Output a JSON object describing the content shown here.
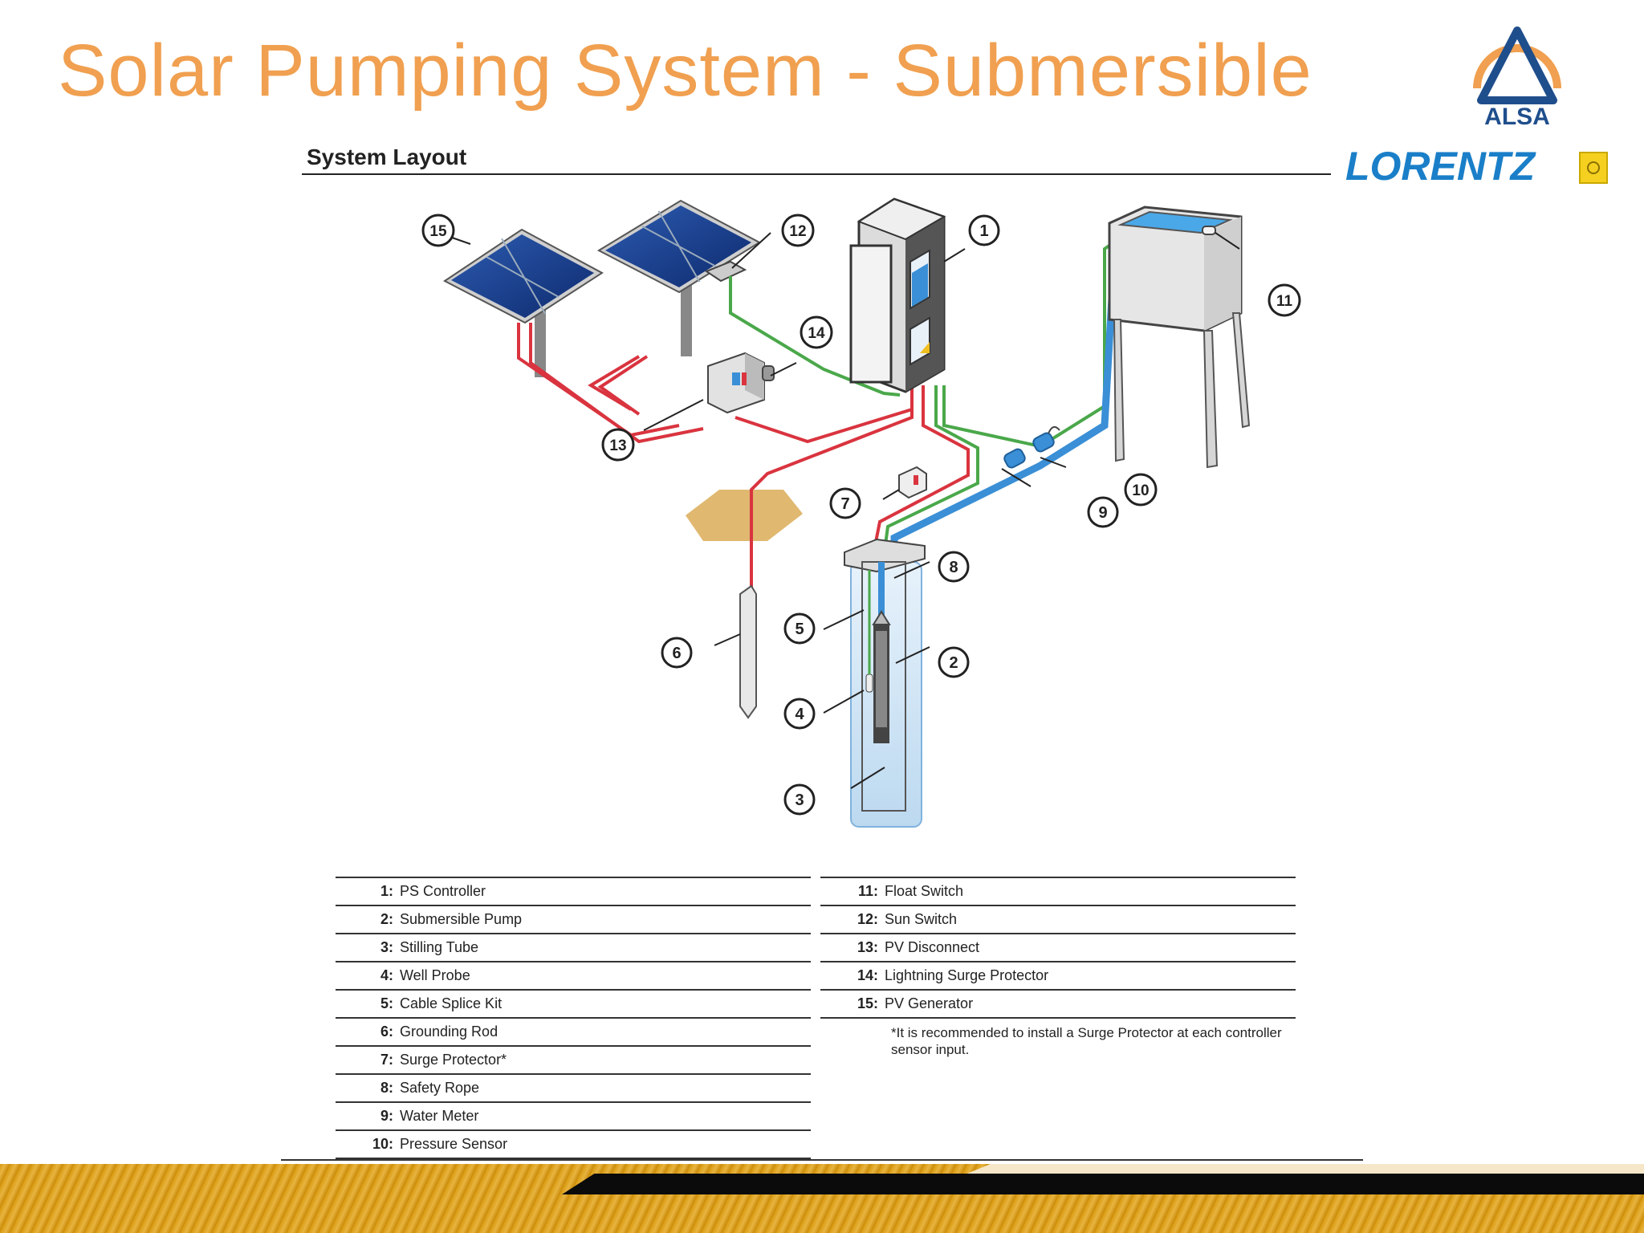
{
  "title": "Solar Pumping System - Submersible",
  "logos": {
    "alsa": "ALSA",
    "lorentz": "LORENTZ"
  },
  "section_title": "System Layout",
  "callouts": [
    "1",
    "2",
    "3",
    "4",
    "5",
    "6",
    "7",
    "8",
    "9",
    "10",
    "11",
    "12",
    "13",
    "14",
    "15"
  ],
  "legend_left": [
    {
      "num": "1:",
      "label": "PS Controller"
    },
    {
      "num": "2:",
      "label": "Submersible Pump"
    },
    {
      "num": "3:",
      "label": "Stilling Tube"
    },
    {
      "num": "4:",
      "label": "Well Probe"
    },
    {
      "num": "5:",
      "label": "Cable Splice Kit"
    },
    {
      "num": "6:",
      "label": "Grounding Rod"
    },
    {
      "num": "7:",
      "label": "Surge Protector*"
    },
    {
      "num": "8:",
      "label": "Safety Rope"
    },
    {
      "num": "9:",
      "label": "Water Meter"
    },
    {
      "num": "10:",
      "label": "Pressure Sensor"
    }
  ],
  "legend_right": [
    {
      "num": "11:",
      "label": "Float Switch"
    },
    {
      "num": "12:",
      "label": "Sun Switch"
    },
    {
      "num": "13:",
      "label": "PV Disconnect"
    },
    {
      "num": "14:",
      "label": "Lightning Surge Protector"
    },
    {
      "num": "15:",
      "label": "PV Generator"
    }
  ],
  "footnote": "*It is recommended to install a Surge Protector at each controller sensor input.",
  "colors": {
    "title": "#f0a050",
    "dc_wire": "#d9343f",
    "signal_wire": "#4aa84a",
    "water_pipe": "#3a8fd6",
    "lorentz_blue": "#1a7fc8",
    "alsa_blue": "#1f4e8c",
    "footer_gold": "#d99a10"
  }
}
